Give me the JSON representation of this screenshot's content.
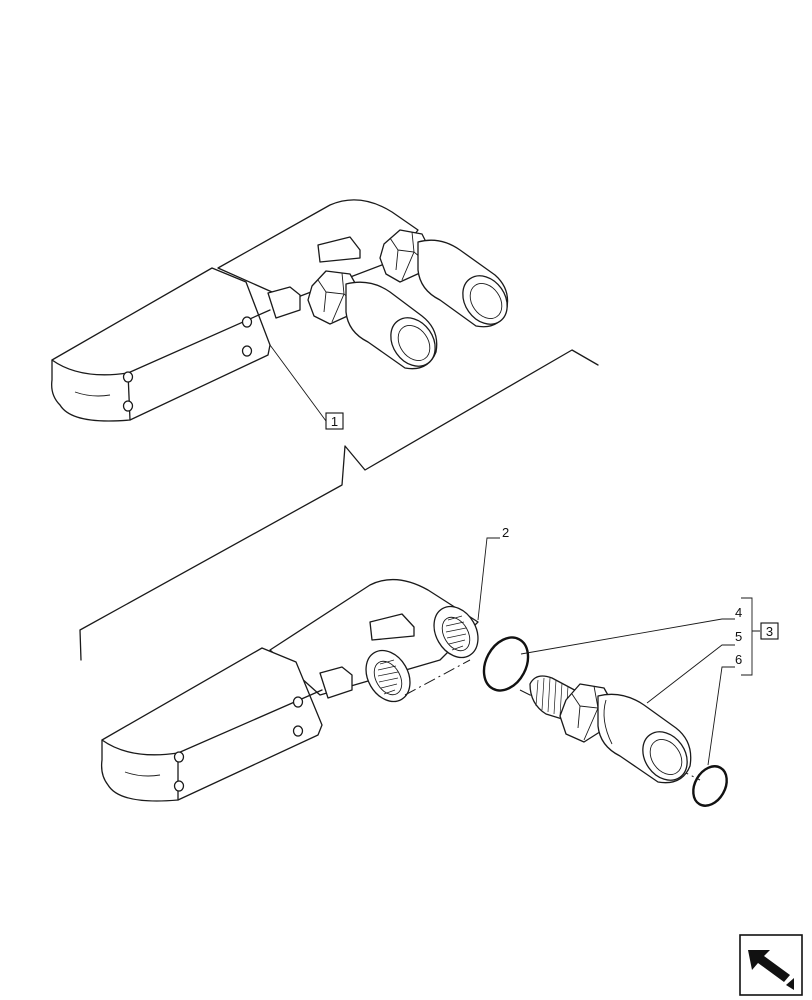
{
  "callouts": {
    "c1": "1",
    "c2": "2",
    "c3": "3",
    "c4": "4",
    "c5": "5",
    "c6": "6"
  },
  "colors": {
    "line": "#1a1a1a",
    "background": "#ffffff"
  },
  "nav": {
    "icon": "arrow-nav-icon"
  }
}
